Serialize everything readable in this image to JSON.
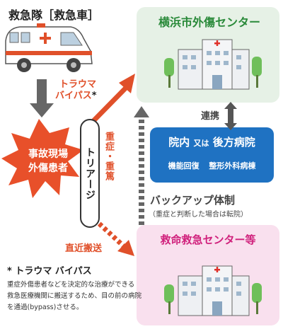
{
  "ambulance": {
    "label": "救急隊［救急車］"
  },
  "hospital_yokohama": {
    "title": "横浜市外傷センター"
  },
  "link": {
    "label": "連携"
  },
  "backend_hospital": {
    "title_part1": "院内",
    "title_connector": "又は",
    "title_part2": "後方病院",
    "items": [
      "機能回復",
      "整形外科病棟"
    ]
  },
  "trauma_bypass": {
    "line1": "トラウマ",
    "line2": "バイパス",
    "mark": "*"
  },
  "patient": {
    "line1": "事故現場",
    "line2": "外傷患者"
  },
  "triage": {
    "label": "トリアージ"
  },
  "severity": {
    "label": "重症・重篤"
  },
  "backup": {
    "title": "バックアップ体制",
    "note": "（重症と判断した場合は転院）"
  },
  "nearest_transport": {
    "label": "直近搬送"
  },
  "emergency_center": {
    "title": "救命救急センター等"
  },
  "footnote": {
    "title": "* トラウマ バイパス",
    "lines": [
      "重症外傷患者などを決定的な治療ができる",
      "救急医療機関に搬送するため、目の前の病院",
      "を通過(bypass)させる。"
    ]
  },
  "colors": {
    "green_box": "#e6f1e6",
    "green_text": "#2a8a3a",
    "blue_box": "#1f72c2",
    "pink_box": "#f9e0ee",
    "magenta_text": "#d0217c",
    "orange": "#e0502a",
    "burst": "#e8502a",
    "gray_arrow": "#666666"
  }
}
